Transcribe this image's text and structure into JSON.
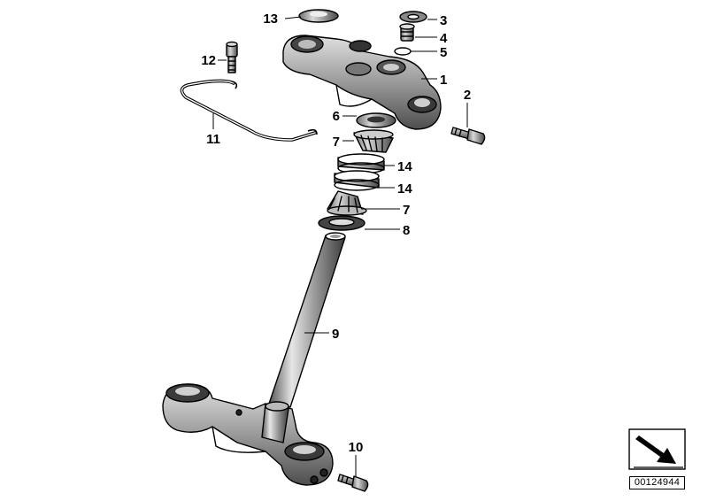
{
  "callouts": [
    {
      "num": "13"
    },
    {
      "num": "3"
    },
    {
      "num": "4"
    },
    {
      "num": "5"
    },
    {
      "num": "12"
    },
    {
      "num": "1"
    },
    {
      "num": "2"
    },
    {
      "num": "6"
    },
    {
      "num": "11"
    },
    {
      "num": "7"
    },
    {
      "num": "14"
    },
    {
      "num": "14"
    },
    {
      "num": "7"
    },
    {
      "num": "8"
    },
    {
      "num": "9"
    },
    {
      "num": "10"
    }
  ],
  "diagram_id": "00124944",
  "colors": {
    "ink": "#000000",
    "background": "#ffffff",
    "metal_dark": "#555555",
    "metal_mid": "#8a8a8a",
    "metal_light": "#cfcfcf"
  },
  "icons": {
    "corner_symbol": "direction-arrow-icon"
  }
}
